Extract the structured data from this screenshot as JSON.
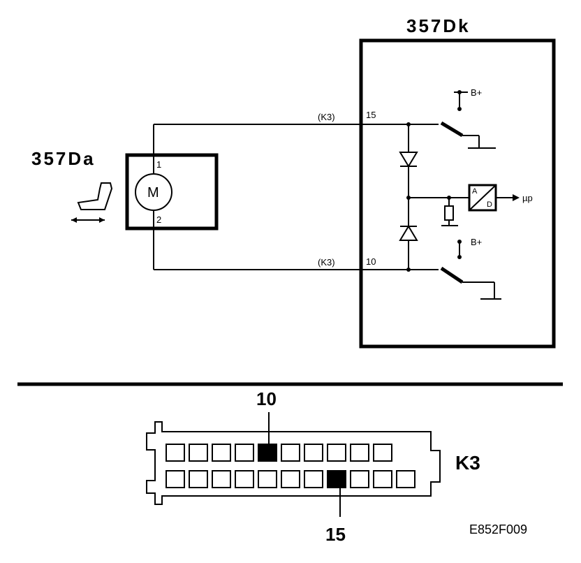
{
  "ecu": {
    "label": "357Dk"
  },
  "motor_unit": {
    "label": "357Da",
    "motor_symbol": "M",
    "pin_top": "1",
    "pin_bottom": "2"
  },
  "wires": {
    "top": {
      "connector": "(K3)",
      "pin": "15"
    },
    "bottom": {
      "connector": "(K3)",
      "pin": "10"
    }
  },
  "supply": {
    "top": "B+",
    "bottom": "B+"
  },
  "adc": {
    "top_letter": "A",
    "bottom_letter": "D",
    "output": "µp"
  },
  "connector": {
    "name": "K3",
    "pin_top_label": "10",
    "pin_bottom_label": "15",
    "top_row_cells": 10,
    "bottom_row_cells": 11,
    "top_row_filled_index": 4,
    "bottom_row_filled_index": 7
  },
  "figure_code": "E852F009",
  "icons": [
    "seat-adjust-icon",
    "motor-icon",
    "diode-icon",
    "resistor-icon",
    "switch-icon",
    "ground-icon",
    "adc-icon"
  ]
}
